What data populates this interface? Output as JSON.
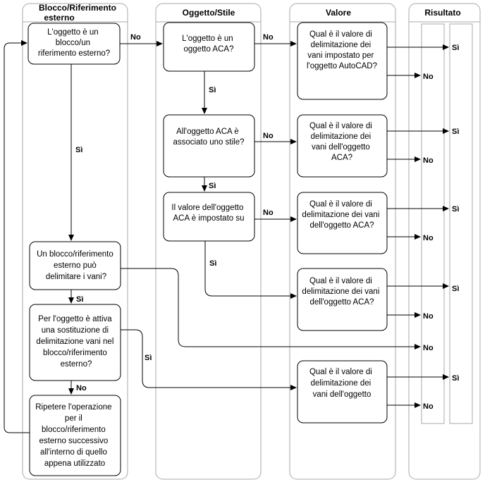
{
  "lanes": {
    "blocco": "Blocco/Riferimento",
    "blocco_2": "esterno",
    "oggetto": "Oggetto/Stile",
    "valore": "Valore",
    "risultato": "Risultato"
  },
  "boxes": {
    "q_blocco": [
      "L'oggetto è un",
      "blocco/un",
      "riferimento esterno?"
    ],
    "q_aca": [
      "L'oggetto è un",
      "oggetto ACA?"
    ],
    "v_autocad": [
      "Qual è il valore di",
      "delimitazione dei",
      "vani impostato per",
      "l'oggetto AutoCAD?"
    ],
    "q_stile": [
      "All'oggetto ACA è",
      "associato uno stile?"
    ],
    "v_aca_1": [
      "Qual è il valore di",
      "delimitazione dei",
      "vani dell'oggetto",
      "ACA?"
    ],
    "q_valore": [
      "Il valore dell'oggetto",
      "ACA è impostato su"
    ],
    "v_aca_2": [
      "Qual è il valore di",
      "delimitazione dei vani",
      "dell'oggetto ACA?"
    ],
    "q_delimitare": [
      "Un blocco/riferimento",
      "esterno può",
      "delimitare i vani?"
    ],
    "v_aca_3": [
      "Qual è il valore di",
      "delimitazione dei vani",
      "dell'oggetto ACA?"
    ],
    "q_sostituzione": [
      "Per l'oggetto è attiva",
      "una sostituzione di",
      "delimitazione vani nel",
      "blocco/riferimento",
      "esterno?"
    ],
    "v_oggetto": [
      "Qual è il valore di",
      "delimitazione dei",
      "vani dell'oggetto"
    ],
    "ripetere": [
      "Ripetere l'operazione",
      "per il",
      "blocco/riferimento",
      "esterno successivo",
      "all'interno di quello",
      "appena utilizzato"
    ]
  },
  "labels": {
    "si": "Sì",
    "no": "No"
  }
}
